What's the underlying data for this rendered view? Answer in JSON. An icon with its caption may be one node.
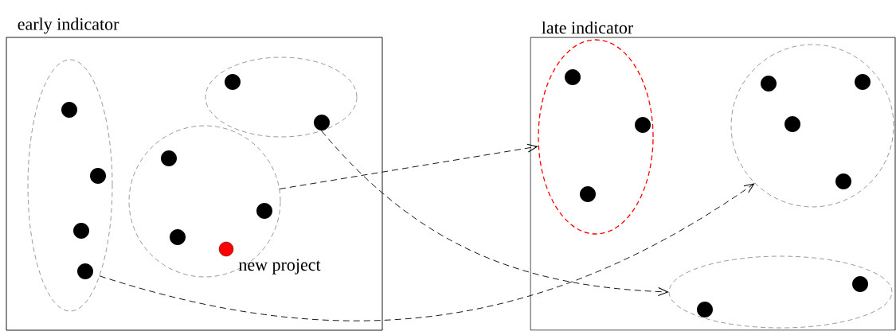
{
  "diagram": {
    "nodes": [
      {
        "text": [
          "early indicator"
        ]
      },
      {
        "text": [],
        "shape": "ellipse",
        "in": 0
      },
      {
        "text": [],
        "shape": "ellipse",
        "in": 0
      },
      {
        "text": [],
        "shape": "circle",
        "in": 0
      },
      {
        "text": [],
        "shape": "circle",
        "in": 3,
        "beside": [
          "new project"
        ]
      },
      {
        "text": [
          "late indicator"
        ]
      },
      {
        "text": [],
        "shape": "ellipse",
        "in": 5
      },
      {
        "text": [],
        "shape": "circle",
        "in": 5
      },
      {
        "text": [],
        "shape": "ellipse",
        "in": 5
      }
    ],
    "edges": [
      {
        "from": 3,
        "to": 6,
        "arrow": "to",
        "style": "dashed"
      },
      {
        "from": 2,
        "to": 8,
        "arrow": "to",
        "style": "dashed"
      },
      {
        "from": 1,
        "to": 7,
        "arrow": "to",
        "style": "dashed"
      }
    ]
  }
}
